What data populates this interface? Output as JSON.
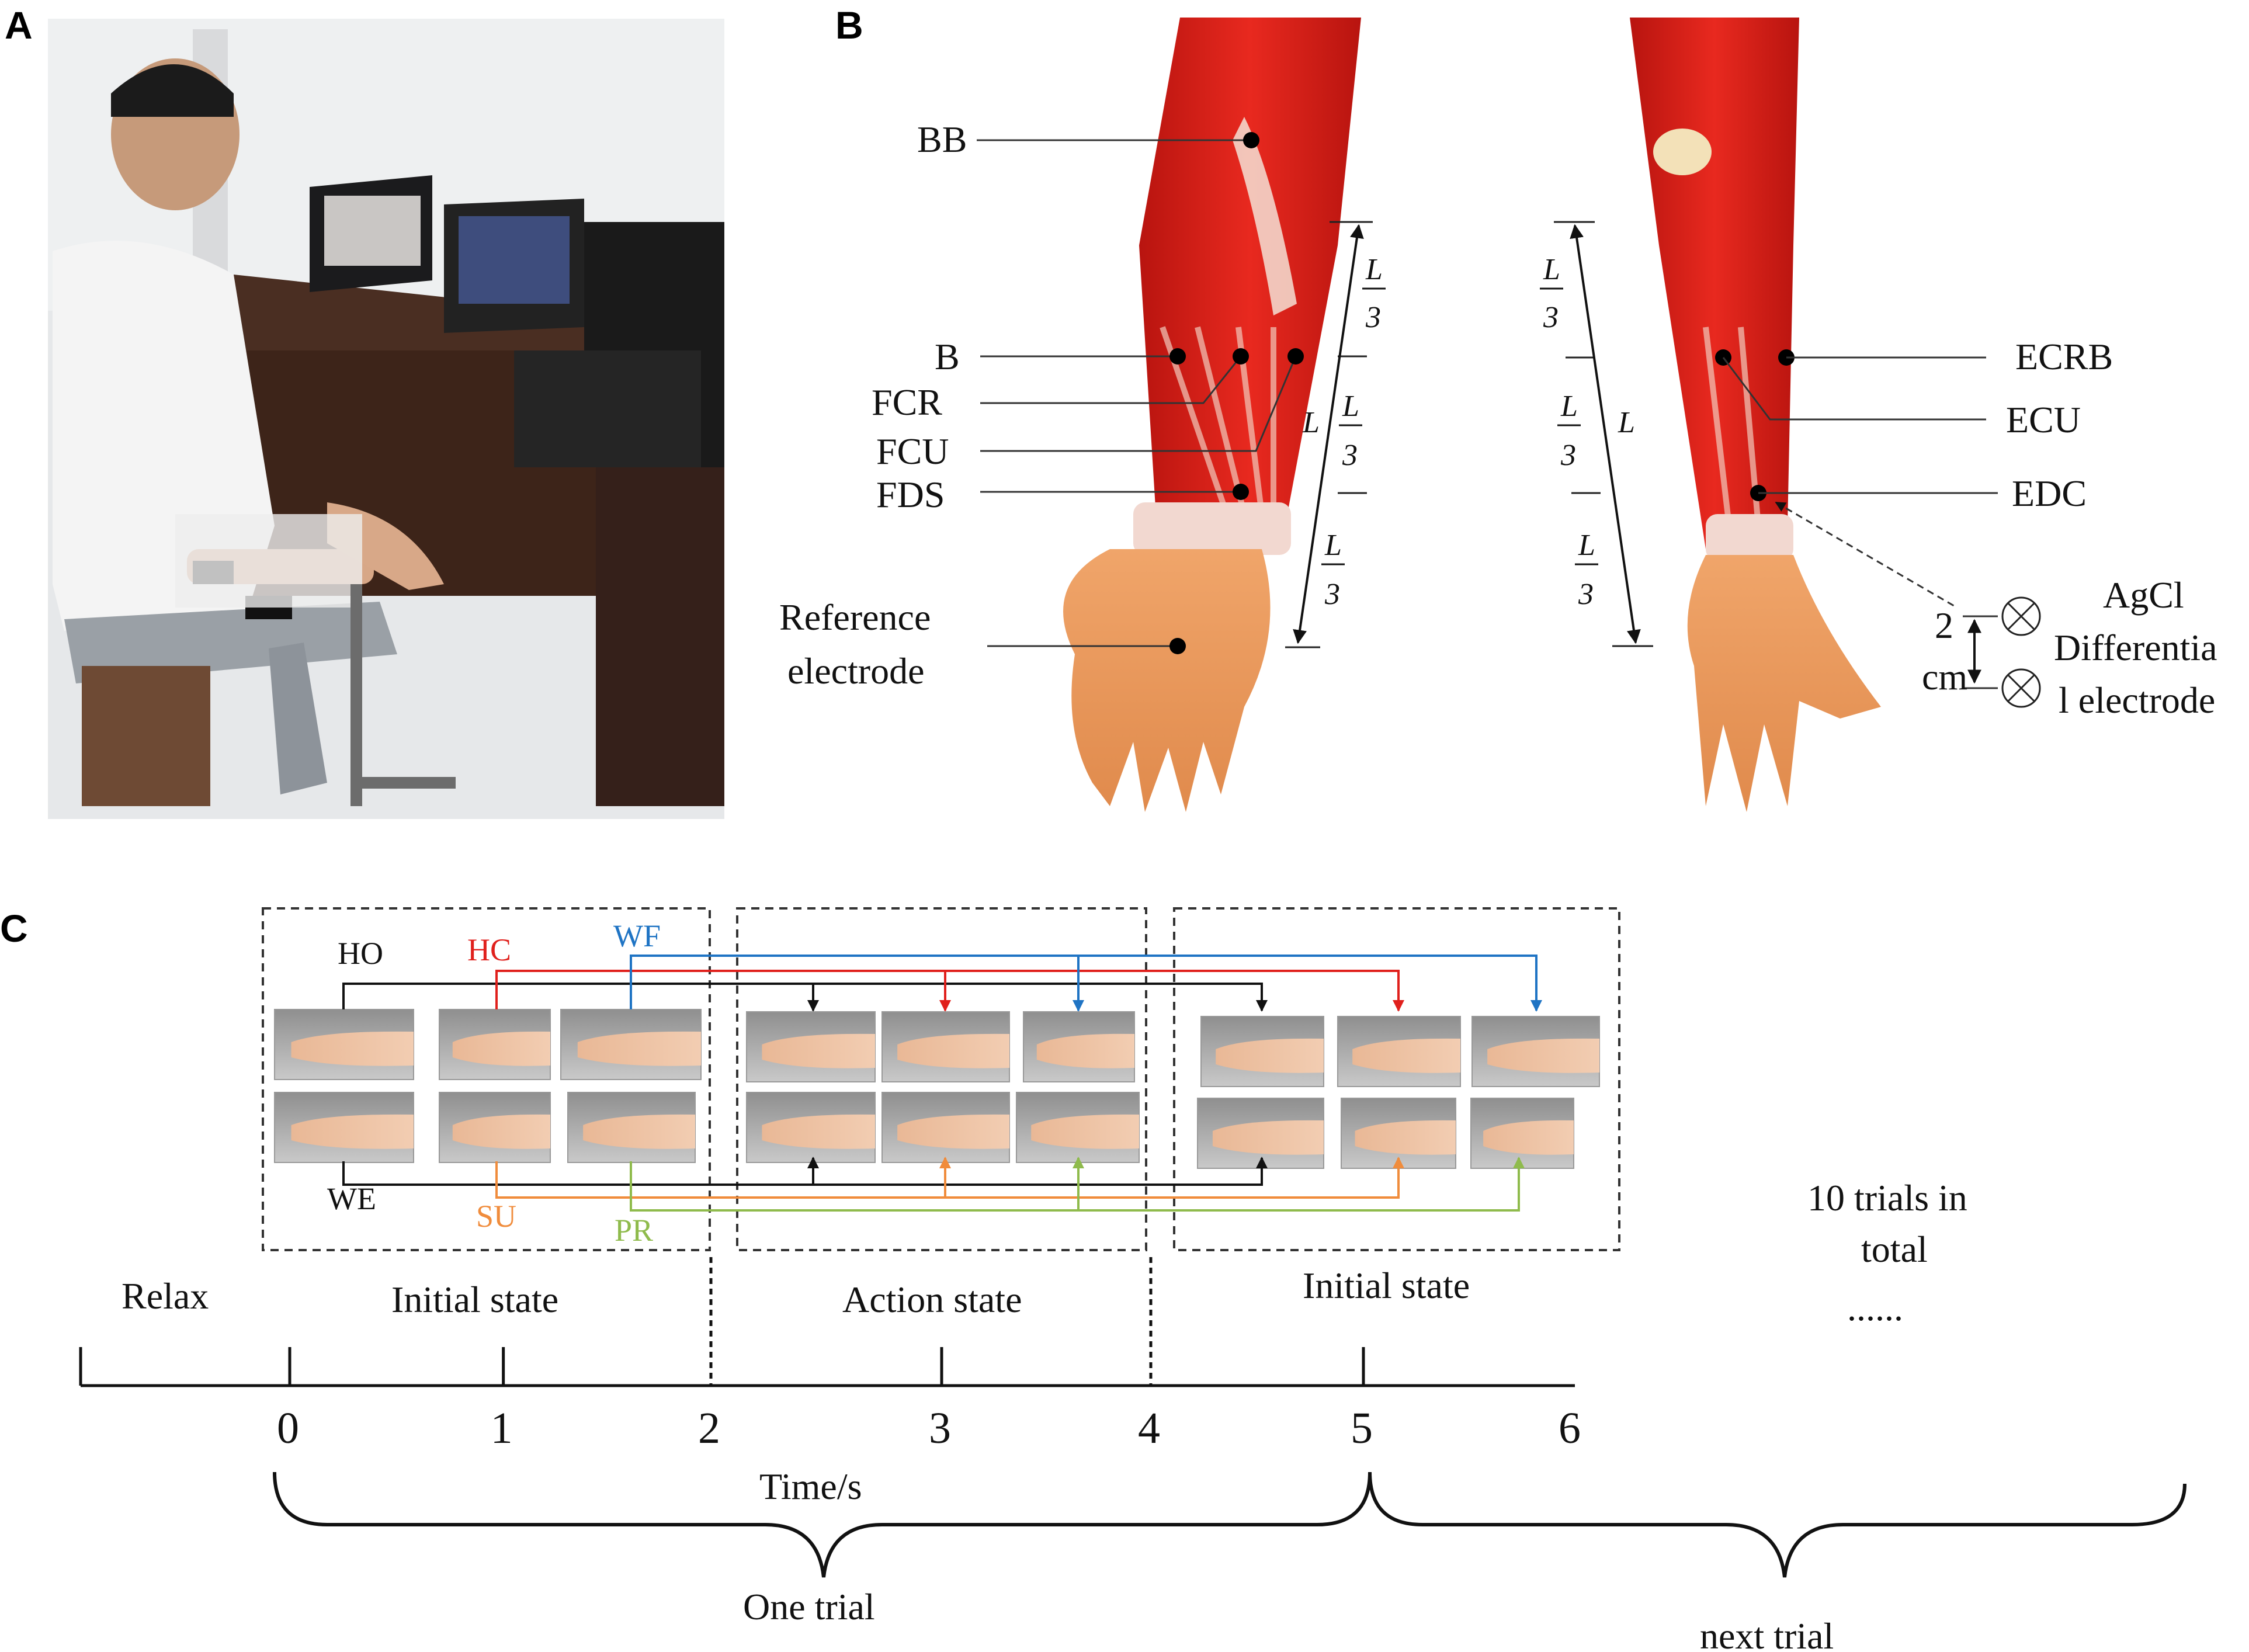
{
  "panels": {
    "a": "A",
    "b": "B",
    "c": "C"
  },
  "muscles_front": [
    "BB",
    "B",
    "FCR",
    "FCU",
    "FDS"
  ],
  "muscles_back": [
    "ECRB",
    "ECU",
    "EDC"
  ],
  "reference": {
    "line1": "Reference",
    "line2": "electrode"
  },
  "length_symbol": "L",
  "third": {
    "num": "L",
    "den": "3"
  },
  "electrode": {
    "line1": "AgCl",
    "line2": "Differentia",
    "line3": "l electrode",
    "spacing_num": "2",
    "spacing_unit": "cm"
  },
  "gestures_top": [
    "HO",
    "HC",
    "WF"
  ],
  "gestures_bottom": [
    "WE",
    "SU",
    "PR"
  ],
  "gesture_colors": {
    "HO": "#111111",
    "HC": "#e0201c",
    "WF": "#1f74c4",
    "WE": "#111111",
    "SU": "#f08c3c",
    "PR": "#8fbb4c"
  },
  "phases": {
    "relax": "Relax",
    "initial1": "Initial state",
    "action": "Action state",
    "initial2": "Initial state"
  },
  "time_ticks": [
    "0",
    "1",
    "2",
    "3",
    "4",
    "5",
    "6"
  ],
  "time_label": "Time/s",
  "one_trial": "One trial",
  "next_trial": "next trial",
  "trials_total": {
    "line1": "10 trials in",
    "line2": "total",
    "ellipsis": "......"
  }
}
